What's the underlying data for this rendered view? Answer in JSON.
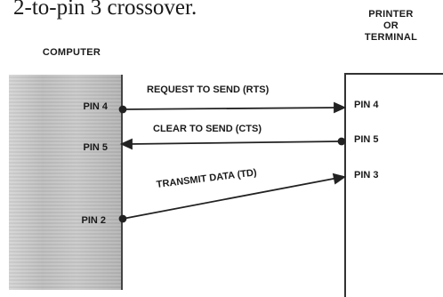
{
  "top_text": "2-to-pin 3 crossover.",
  "computer": {
    "label": "COMPUTER",
    "pins": [
      "PIN 4",
      "PIN 5",
      "PIN 2"
    ]
  },
  "printer": {
    "label_line1": "PRINTER",
    "label_line2": "OR",
    "label_line3": "TERMINAL",
    "pins": [
      "PIN 4",
      "PIN 5",
      "PIN 3"
    ]
  },
  "signals": {
    "rts": "REQUEST TO SEND (RTS)",
    "cts": "CLEAR TO SEND (CTS)",
    "td": "TRANSMIT DATA (TD)"
  }
}
